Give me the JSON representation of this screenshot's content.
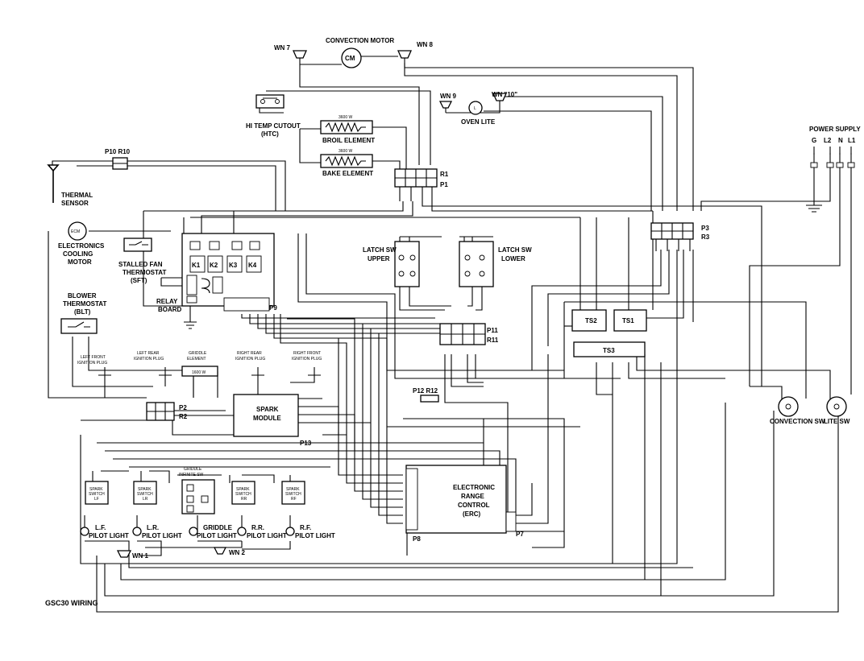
{
  "title": "GSC30 WIRING",
  "components": {
    "wn7": "WN 7",
    "convection_motor": "CONVECTION MOTOR",
    "cm": "CM",
    "wn8": "WN 8",
    "hi_temp_cutout": [
      "HI TEMP CUTOUT",
      "(HTC)"
    ],
    "broil_element": "BROIL ELEMENT",
    "broil_watts": "3600 W",
    "bake_element": "BAKE ELEMENT",
    "bake_watts": "3600 W",
    "wn9": "WN 9",
    "wn10": "WN \"10\"",
    "oven_lite": "OVEN LITE",
    "power_supply": "POWER SUPPLY",
    "power_terms": [
      "G",
      "L2",
      "N",
      "L1"
    ],
    "thermal_sensor": [
      "THERMAL",
      "SENSOR"
    ],
    "p10r10": "P10 R10",
    "ecm": "ECM",
    "electronics_cooling_motor": [
      "ELECTRONICS",
      "COOLING",
      "MOTOR"
    ],
    "stalled_fan": [
      "STALLED FAN",
      "THERMOSTAT",
      "(SFT)"
    ],
    "relays": [
      "K1",
      "K2",
      "K3",
      "K4"
    ],
    "relay_board": [
      "RELAY",
      "BOARD"
    ],
    "r1": "R1",
    "p1": "P1",
    "p3": "P3",
    "r3": "R3",
    "latch_upper": [
      "LATCH SW",
      "UPPER"
    ],
    "latch_lower": [
      "LATCH SW",
      "LOWER"
    ],
    "p9": "P9",
    "p11": "P11",
    "r11": "R11",
    "ts1": "TS1",
    "ts2": "TS2",
    "ts3": "TS3",
    "blower_thermostat": [
      "BLOWER",
      "THERMOSTAT",
      "(BLT)"
    ],
    "left_front_ign": [
      "LEFT FRONT",
      "IGNITION PLUG"
    ],
    "left_rear_ign": [
      "LEFT REAR",
      "IGNITION PLUG"
    ],
    "griddle_element": [
      "GRIDDLE",
      "ELEMENT"
    ],
    "griddle_watts": "1600 W",
    "right_rear_ign": [
      "RIGHT REAR",
      "IGNITION PLUG"
    ],
    "right_front_ign": [
      "RIGHT FRONT",
      "IGNITION PLUG"
    ],
    "p2": "P2",
    "r2": "R2",
    "spark_module": [
      "SPARK",
      "MODULE"
    ],
    "p13": "P13",
    "p12r12": "P12  R12",
    "convection_sw": "CONVECTION SW",
    "lite_sw": "LITE SW",
    "spark_switches": [
      [
        "SPARK",
        "SWITCH",
        "LF"
      ],
      [
        "SPARK",
        "SWITCH",
        "LR"
      ],
      [
        "SPARK",
        "SWITCH",
        "RR"
      ],
      [
        "SPARK",
        "SWITCH",
        "RF"
      ]
    ],
    "griddle_infinite": [
      "GRIDDLE",
      "INFINITE SW"
    ],
    "erc": [
      "ELECTRONIC",
      "RANGE",
      "CONTROL",
      "(ERC)"
    ],
    "p8": "P8",
    "p7": "P7",
    "lf_pilot": [
      "L.F.",
      "PILOT LIGHT"
    ],
    "lr_pilot": [
      "L.R.",
      "PILOT LIGHT"
    ],
    "griddle_pilot": [
      "GRIDDLE",
      "PILOT LIGHT"
    ],
    "rr_pilot": [
      "R.R.",
      "PILOT LIGHT"
    ],
    "rf_pilot": [
      "R.F.",
      "PILOT LIGHT"
    ],
    "wn1": "WN 1",
    "wn2": "WN 2"
  }
}
